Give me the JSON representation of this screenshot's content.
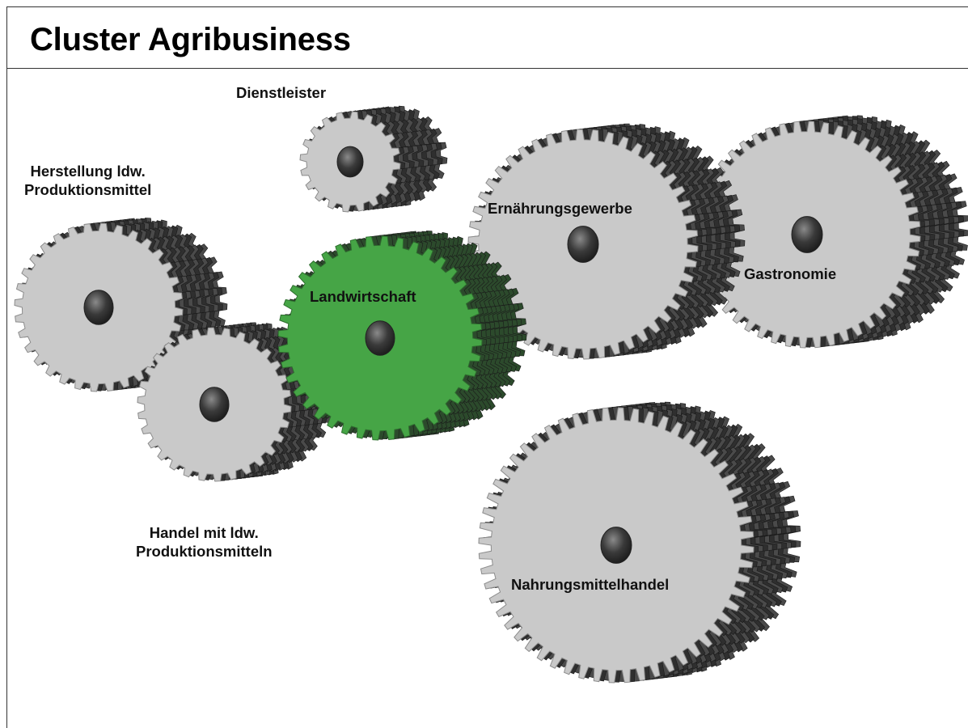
{
  "title": "Cluster Agribusiness",
  "colors": {
    "gear_face": "#c9c9c9",
    "gear_side": "#3a3a3a",
    "gear_hub": "#3b3b3b",
    "highlight_face": "#46a546",
    "highlight_side": "#2c4a2c"
  },
  "gears": [
    {
      "id": "dienstleister",
      "label": "Dienstleister",
      "highlight": false
    },
    {
      "id": "herstellung",
      "label_line1": "Herstellung ldw.",
      "label_line2": "Produktionsmittel",
      "highlight": false
    },
    {
      "id": "handel",
      "label_line1": "Handel mit ldw.",
      "label_line2": "Produktionsmitteln",
      "highlight": false
    },
    {
      "id": "landwirtschaft",
      "label": "Landwirtschaft",
      "highlight": true
    },
    {
      "id": "ernaehrungsgewerbe",
      "label": "Ernährungsgewerbe",
      "highlight": false
    },
    {
      "id": "gastronomie",
      "label": "Gastronomie",
      "highlight": false
    },
    {
      "id": "nahrungsmittelhandel",
      "label": "Nahrungsmittelhandel",
      "highlight": false
    }
  ]
}
